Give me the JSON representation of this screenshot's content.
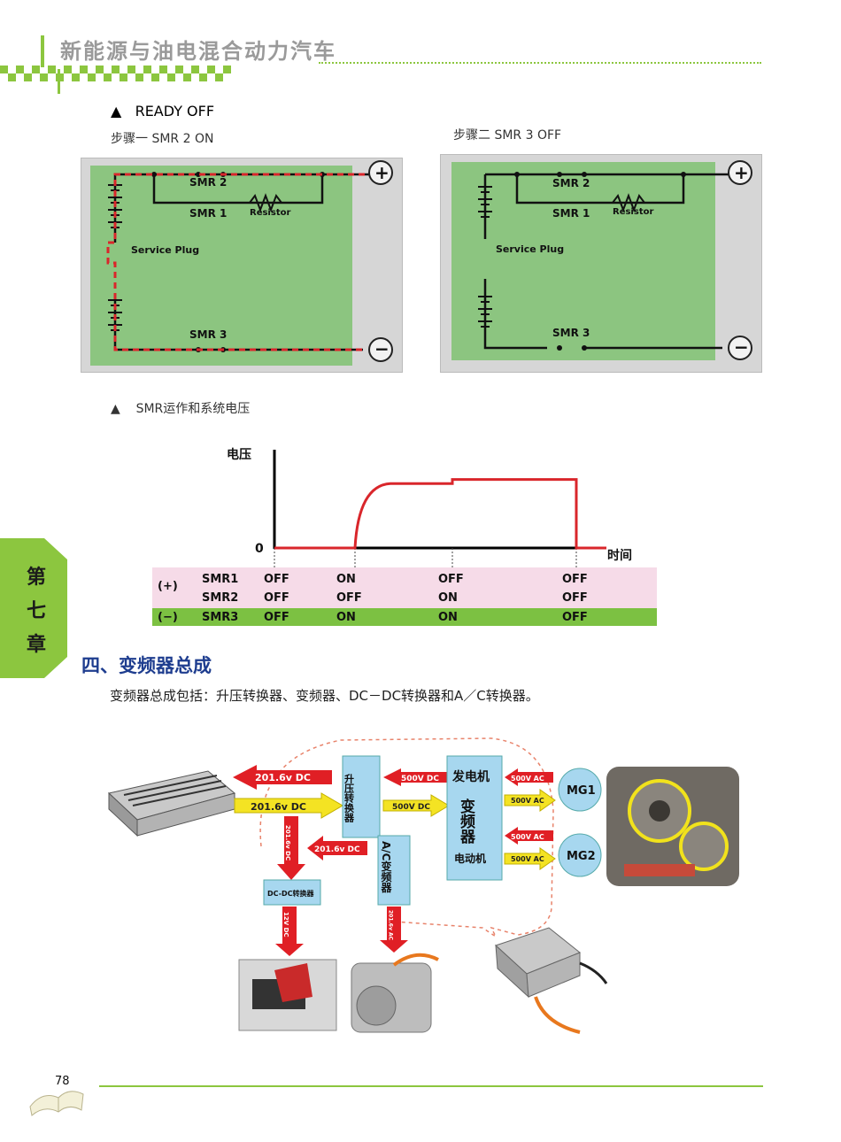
{
  "header": {
    "title": "新能源与油电混合动力汽车"
  },
  "ready_caption": {
    "marker": "▲",
    "text": "READY  OFF"
  },
  "step1": {
    "label": "步骤一  SMR 2   ON"
  },
  "step2": {
    "label": "步骤二  SMR 3   OFF"
  },
  "circuit": {
    "smr2": "SMR 2",
    "smr1": "SMR 1",
    "resistor": "Resistor",
    "service_plug": "Service Plug",
    "smr3": "SMR 3",
    "plus": "+",
    "minus": "−"
  },
  "smr_caption": {
    "marker": "▲",
    "text": "SMR运作和系统电压"
  },
  "chart_data": {
    "type": "line",
    "ylabel": "电压",
    "xlabel": "时间",
    "y_zero_label": "0",
    "series": [
      {
        "values": [
          0,
          0,
          0.65,
          0.8,
          0.8,
          0.85,
          0.85,
          0
        ]
      }
    ],
    "table": {
      "rows": [
        {
          "group": "(+)",
          "name": "SMR1",
          "values": [
            "OFF",
            "ON",
            "OFF",
            "OFF"
          ]
        },
        {
          "group": "",
          "name": "SMR2",
          "values": [
            "OFF",
            "OFF",
            "ON",
            "OFF"
          ]
        },
        {
          "group": "(−)",
          "name": "SMR3",
          "values": [
            "OFF",
            "ON",
            "ON",
            "OFF"
          ]
        }
      ]
    },
    "colors": {
      "line": "#d9262b",
      "axis": "#000000",
      "pink": "#f6dbe8",
      "green": "#7cc142"
    }
  },
  "chapter_tab": {
    "chars": [
      "第",
      "七",
      "章"
    ]
  },
  "section": {
    "title": "四、变频器总成"
  },
  "body": {
    "text": "变频器总成包括：升压转换器、变频器、DC－DC转换器和A／C转换器。"
  },
  "diagram": {
    "dc_left_top": "201.6v DC",
    "dc_left_bottom": "201.6v DC",
    "boost": "升压转换器",
    "dc500_top": "500V DC",
    "dc500_bottom": "500V DC",
    "generator": "发电机",
    "inverter": "变频器",
    "motor": "电动机",
    "ac500_1": "500V AC",
    "ac500_2": "500V AC",
    "ac500_3": "500V AC",
    "ac500_4": "500V AC",
    "mg1": "MG1",
    "mg2": "MG2",
    "dc_down": "201.6v DC",
    "dc_mid": "201.6v DC",
    "dcdc": "DC-DC转换器",
    "ac_inv": "A/C变频器",
    "v12": "12V DC",
    "dc_ac": "201.6v AC"
  },
  "footer": {
    "page": "78"
  }
}
